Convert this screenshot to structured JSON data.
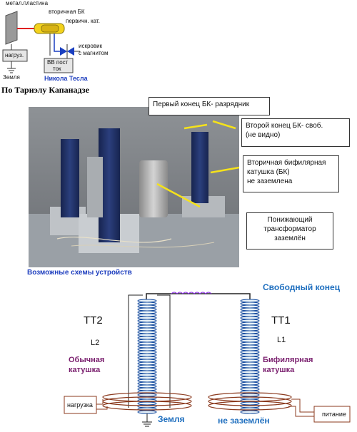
{
  "top_diagram": {
    "label_metal_plate": "метал.пластина",
    "label_secondary": "вторичная БК",
    "label_primary": "первичн. кат.",
    "label_load": "нагруз.",
    "label_spark_gap": "искровик",
    "label_spark_gap_2": "с магнитом",
    "label_hv": "ВВ пост",
    "label_hv_2": "ток",
    "label_ground": "Земля",
    "label_author": "Никола Тесла",
    "caption": "По Тариэлу Капанадзе"
  },
  "photo": {
    "callout_1": "Первый конец БК- разрядник",
    "callout_2": "Второй конец БК- своб.\n(не видно)",
    "callout_3": "Вторичная бифилярная\nкатушка (БК)\nне заземлена",
    "callout_4": "Понижающий\nтрансформатор\nзаземлён",
    "caption": "Возможные схемы устройств"
  },
  "schematic": {
    "free_end": "Свободный конец",
    "tt2": "TT2",
    "tt1": "TT1",
    "l2": "L2",
    "l1": "L1",
    "ordinary_coil": "Обычная\nкатушка",
    "bifilar_coil": "Бифилярная\nкатушка",
    "load": "нагрузка",
    "power": "питание",
    "ground": "Земля",
    "not_grounded": "не заземлён"
  },
  "colors": {
    "coil_blue": "#1a4fa0",
    "coil_teal": "#2aa0a8",
    "winding_brown": "#8b3a1e",
    "caption_blue": "#1f3fbf",
    "label_purple": "#7a1f6e",
    "callout_arrow": "#f5e21a"
  }
}
